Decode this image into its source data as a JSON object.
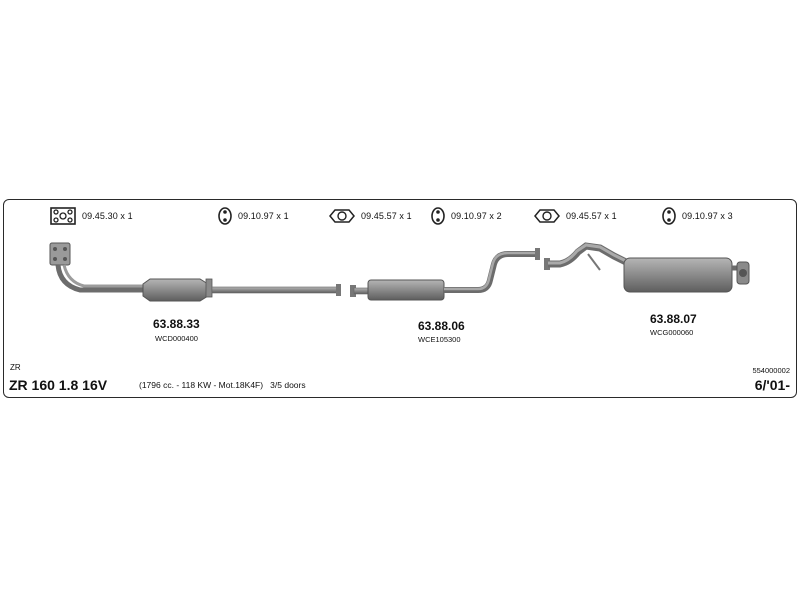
{
  "fittings": [
    {
      "code": "09.45.30 x 1",
      "icon": "gasket-square-icon"
    },
    {
      "code": "09.10.97 x 1",
      "icon": "rubber-hanger-icon"
    },
    {
      "code": "09.45.57 x 1",
      "icon": "oval-gasket-icon"
    },
    {
      "code": "09.10.97 x 2",
      "icon": "rubber-hanger-icon"
    },
    {
      "code": "09.45.57 x 1",
      "icon": "oval-gasket-icon"
    },
    {
      "code": "09.10.97 x 3",
      "icon": "rubber-hanger-icon"
    }
  ],
  "parts": [
    {
      "number": "63.88.33",
      "code": "WCD000400"
    },
    {
      "number": "63.88.06",
      "code": "WCE105300"
    },
    {
      "number": "63.88.07",
      "code": "WCG000060"
    }
  ],
  "vehicle": {
    "prefix": "ZR",
    "model": "ZR 160 1.8 16V",
    "spec": "(1796 cc. - 118 KW - Mot.18K4F)   3/5 doors",
    "catalog_id": "554000002",
    "year": "6/'01-"
  },
  "colors": {
    "pipe": "#8e8e8e",
    "pipe_dark": "#5a5a5a",
    "frame": "#2a2a2a"
  }
}
